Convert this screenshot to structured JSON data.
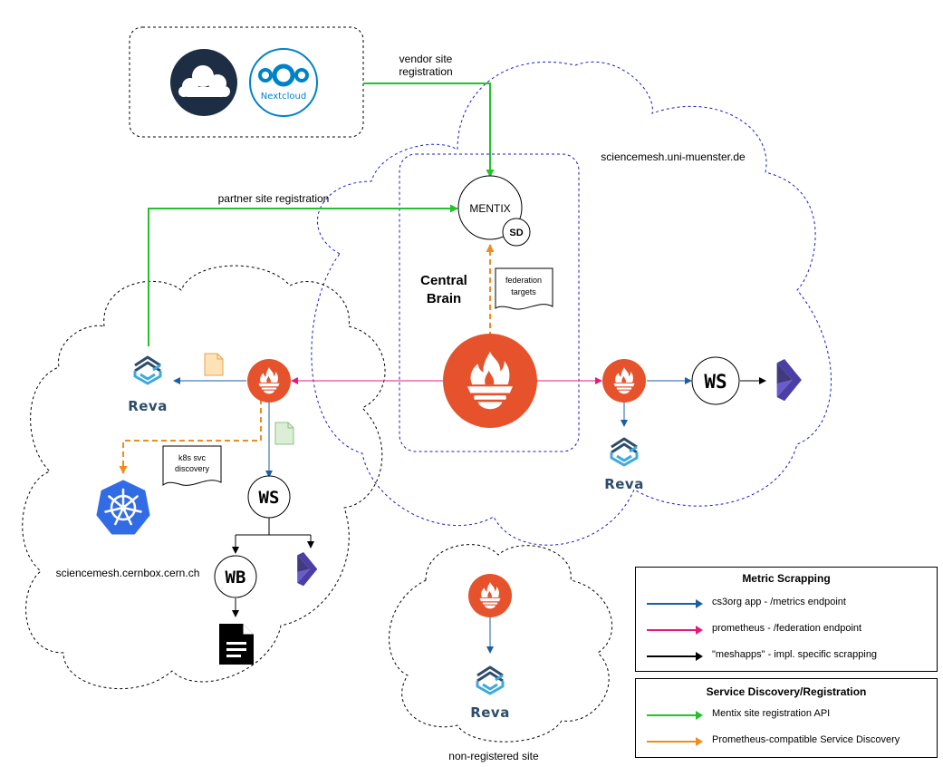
{
  "labels": {
    "vendor_registration": [
      "vendor site",
      "registration"
    ],
    "partner_registration": "partner site registration",
    "muenster_site": "sciencemesh.uni-muenster.de",
    "cernbox_site": "sciencemesh.cernbox.cern.ch",
    "nonregistered_site": "non-registered site",
    "central_brain": [
      "Central",
      "Brain"
    ],
    "mentix": "MENTIX",
    "sd": "SD",
    "federation_targets": [
      "federation",
      "targets"
    ],
    "k8s_discovery": [
      "k8s svc",
      "discovery"
    ],
    "nextcloud": "Nextcloud",
    "reva": "Reva",
    "ws": "WS",
    "wb": "WB"
  },
  "legend": {
    "metric_title": "Metric Scrapping",
    "metric_items": [
      {
        "color": "#1b5ea4",
        "text": "cs3org app - /metrics endpoint"
      },
      {
        "color": "#e8197c",
        "text": "prometheus - /federation endpoint"
      },
      {
        "color": "#000000",
        "text": "\"meshapps\" - impl. specific scrapping"
      }
    ],
    "sd_title": "Service Discovery/Registration",
    "sd_items": [
      {
        "color": "#22c22a",
        "text": "Mentix site registration API"
      },
      {
        "color": "#f08c1e",
        "text": "Prometheus-compatible Service Discovery"
      }
    ]
  },
  "colors": {
    "prometheus": "#e6522c",
    "kubernetes": "#326ce5",
    "owncloud": "#1d2d44",
    "nextcloud": "#0082c9",
    "reva_dark": "#2c4c6a",
    "reva_light": "#3fa8dd",
    "meshapp": "#4b3fa6"
  },
  "icons": [
    "owncloud-icon",
    "nextcloud-icon",
    "prometheus-icon",
    "kubernetes-icon",
    "reva-icon",
    "meshapp-icon",
    "document-icon",
    "file-icon"
  ]
}
